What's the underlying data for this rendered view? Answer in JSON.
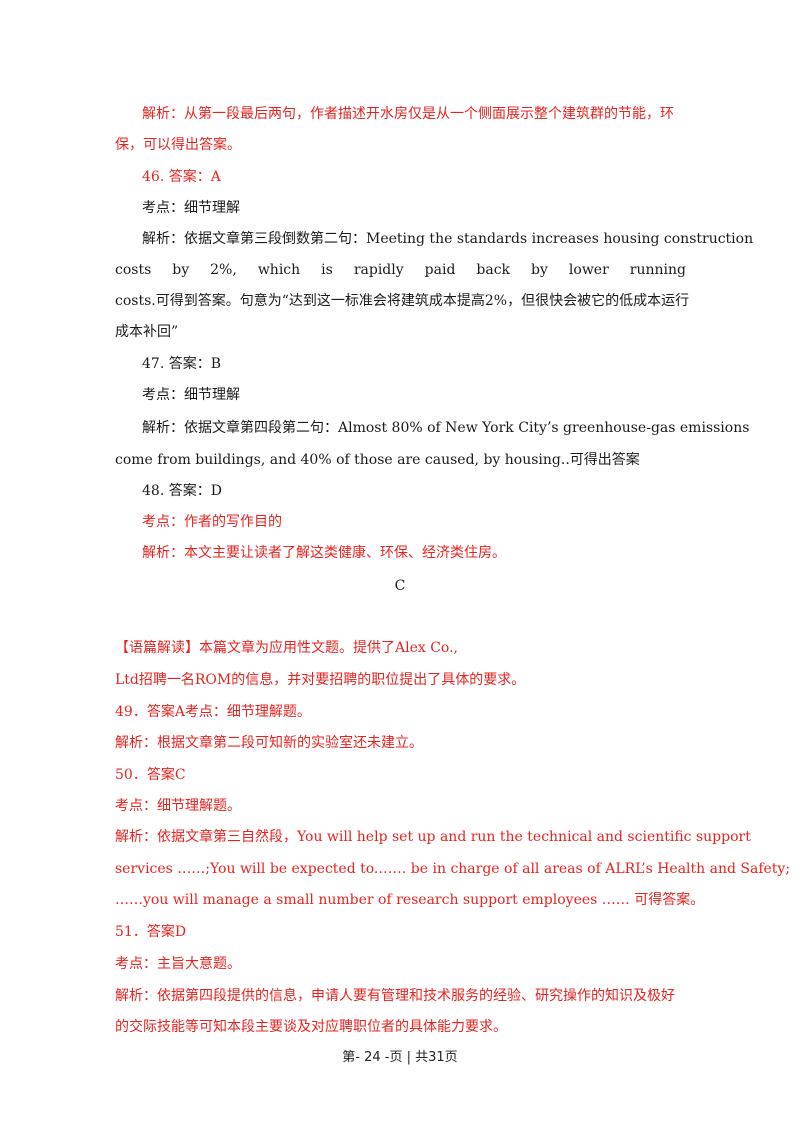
{
  "part1": {
    "q45_analysis_1": "解析：从第一段最后两句，作者描述开水房仅是从一个侧面展示整个建筑群的节能，环",
    "q45_analysis_2": "保，可以得出答案。",
    "q46_answer": "46. 答案：A",
    "q46_point": "考点：细节理解",
    "q46_analysis_1": "解析：依据文章第三段倒数第二句：Meeting the standards increases housing construction",
    "q46_analysis_2_words": [
      "costs",
      "by",
      "2%,",
      "which",
      "is",
      "rapidly",
      "paid",
      "back",
      "by",
      "lower",
      "running"
    ],
    "q46_analysis_3": "costs.可得到答案。句意为“达到这一标准会将建筑成本提高2%，但很快会被它的低成本运行",
    "q46_analysis_4": "成本补回”",
    "q47_answer": "47. 答案：B",
    "q47_point": "考点：细节理解",
    "q47_analysis_1": "解析：依据文章第四段第二句：Almost 80% of New York City’s greenhouse-gas emissions",
    "q47_analysis_2": "come from buildings, and 40% of those are caused, by housing..可得出答案",
    "q48_answer": "48. 答案：D",
    "q48_point": "考点：作者的写作目的",
    "q48_analysis": "解析：本文主要让读者了解这类健康、环保、经济类住房。",
    "section_letter": "C"
  },
  "part2": {
    "intro_1": "【语篇解读】本篇文章为应用性文题。提供了Alex Co.,",
    "intro_2": "Ltd招聘一名ROM的信息，并对要招聘的职位提出了具体的要求。",
    "q49_answer": "49．答案A考点：细节理解题。",
    "q49_analysis": "解析：根据文章第二段可知新的实验室还未建立。",
    "q50_answer": "50．答案C",
    "q50_point": "考点：细节理解题。",
    "q50_analysis_1": "解析：依据文章第三自然段，You will help set up and run the technical and scientific support",
    "q50_analysis_2": "services ……;You will be expected to.…… be in charge of all areas of ALRL’s Health and Safety;",
    "q50_analysis_3": "……you will manage a small number of research support employees …… 可得答案。",
    "q51_answer": "51．答案D",
    "q51_point": "考点：主旨大意题。",
    "q51_analysis_1": "解析：依据第四段提供的信息，申请人要有管理和技术服务的经验、研究操作的知识及极好",
    "q51_analysis_2": "的交际技能等可知本段主要谈及对应聘职位者的具体能力要求。"
  },
  "footer": {
    "page_label": "第- 24 -页 | 共31页"
  }
}
